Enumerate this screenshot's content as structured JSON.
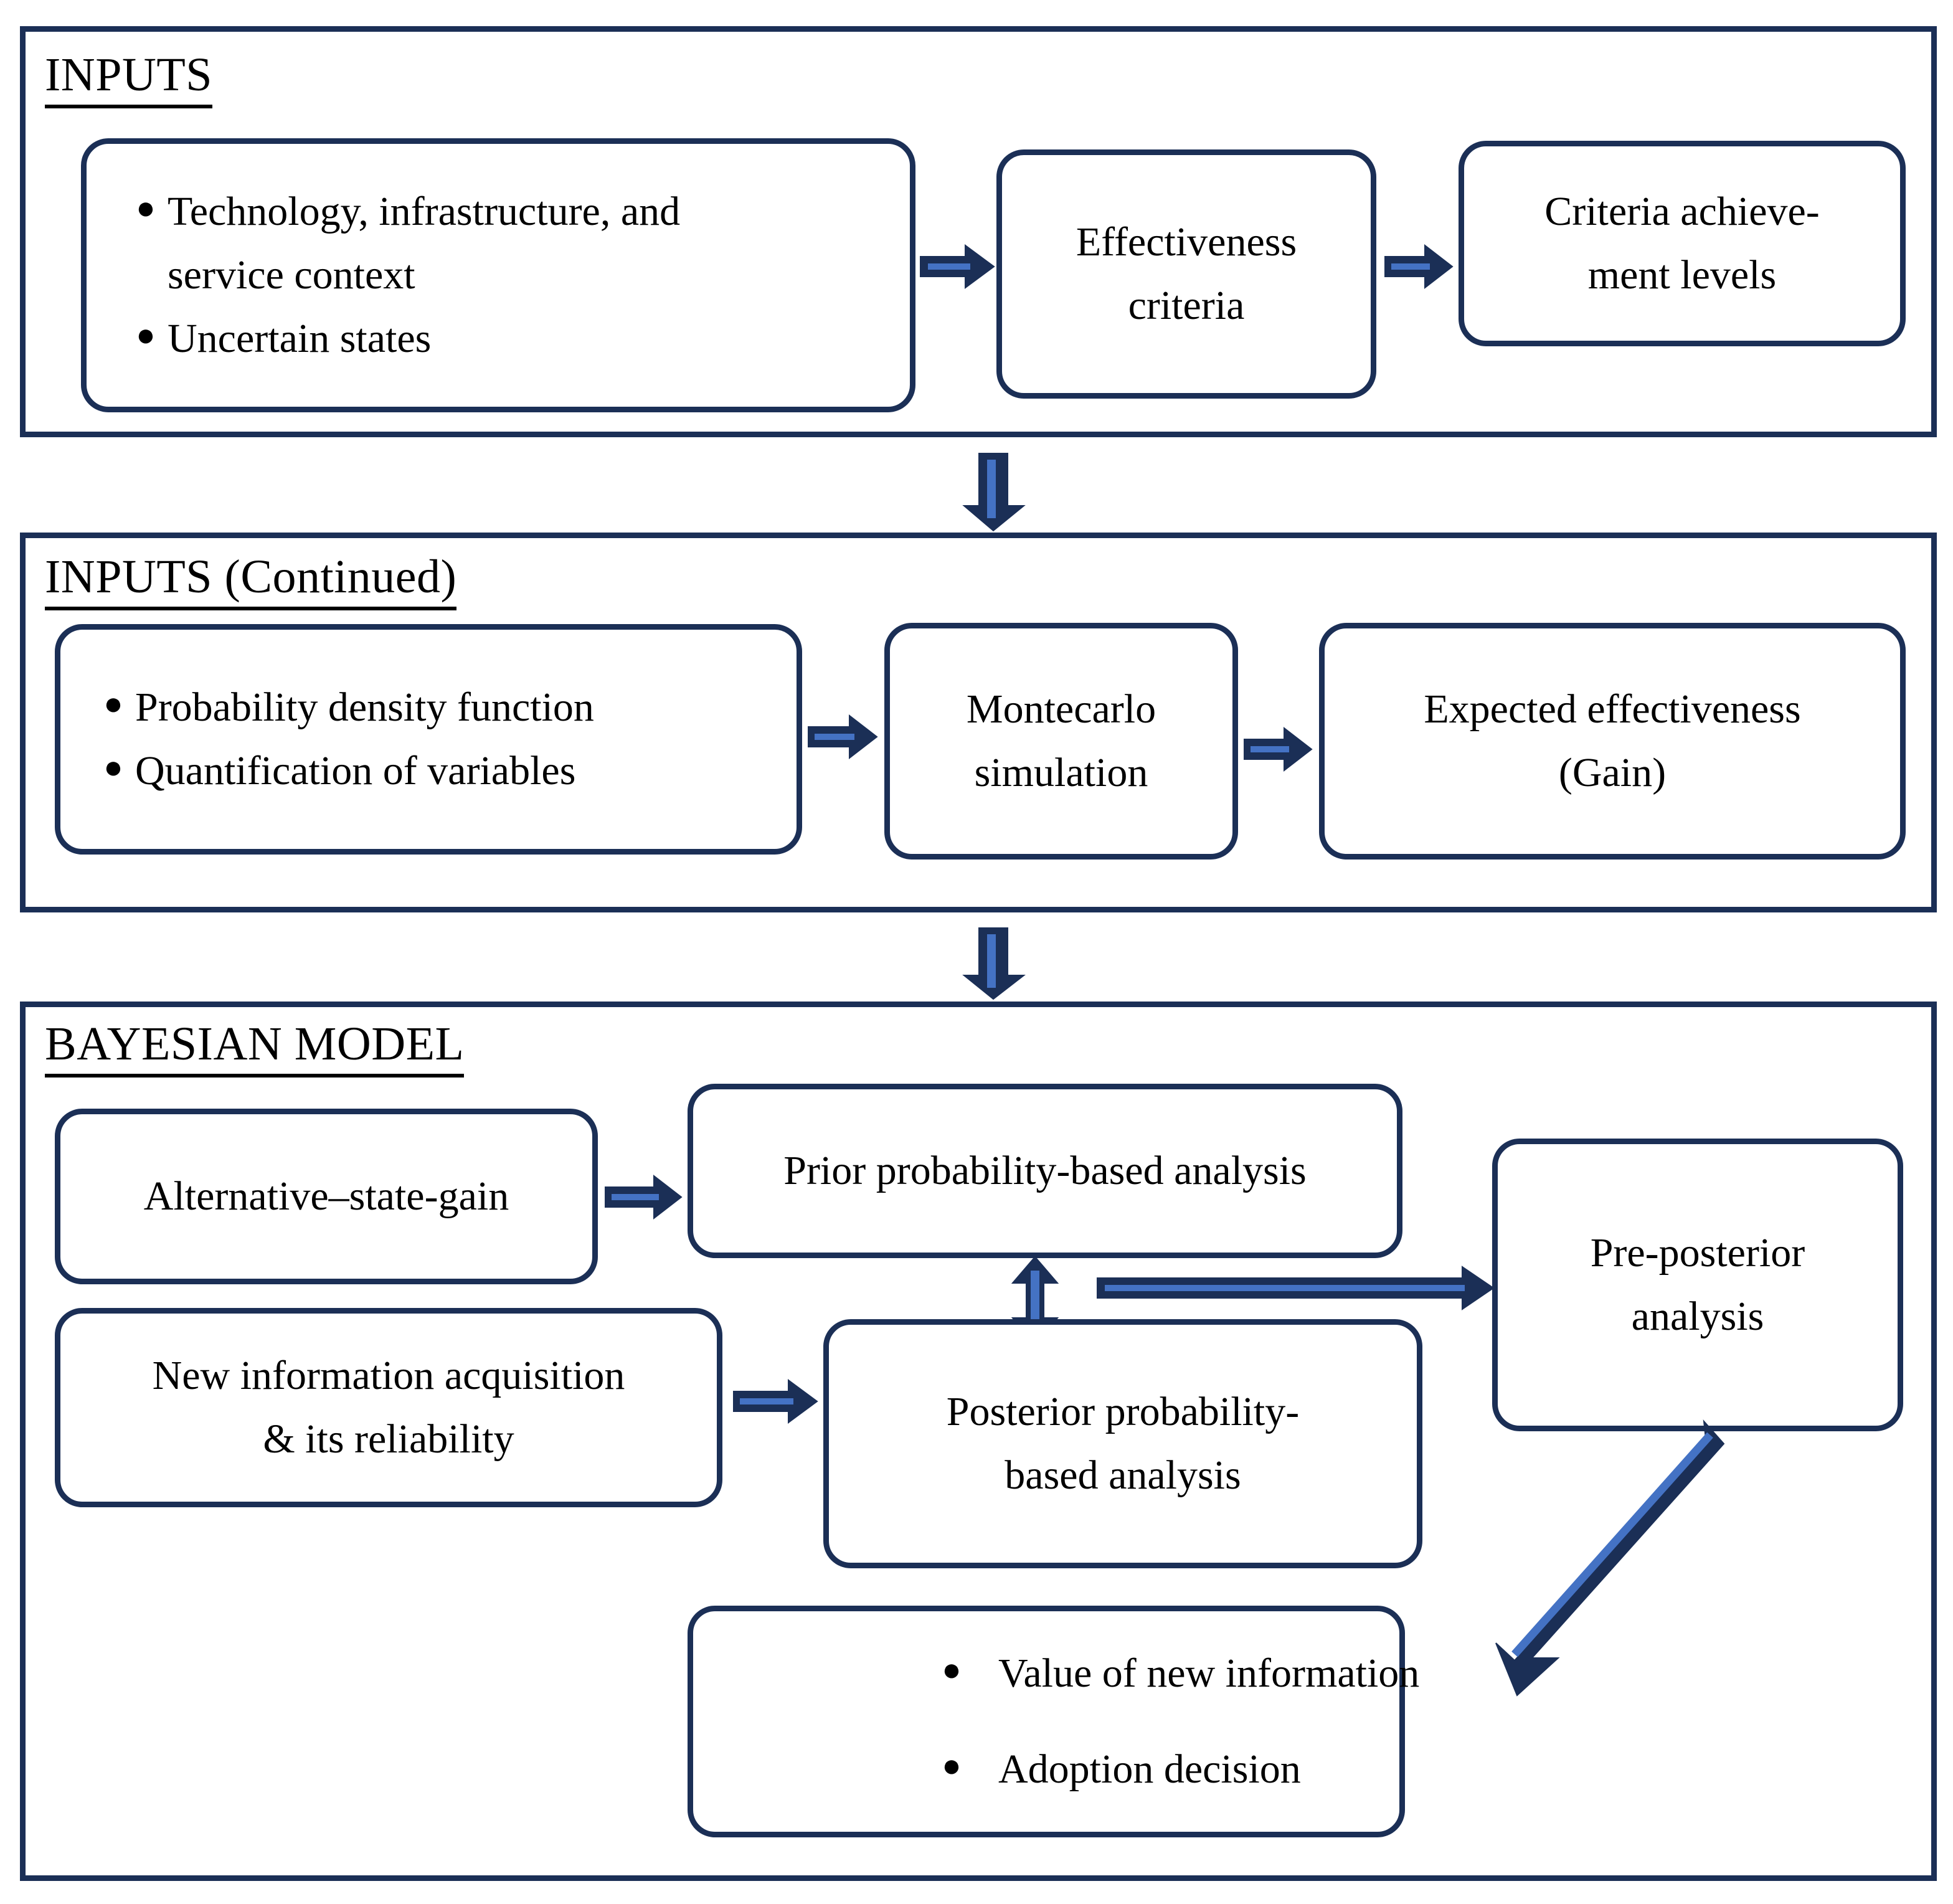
{
  "palette": {
    "outline_navy": "#1B2F56",
    "arrow_core_blue": "#4472C4",
    "text_black": "#000000",
    "page_background": "#FFFFFF"
  },
  "diagram": {
    "title": "Bayesian decision model flowchart",
    "sections": [
      {
        "id": "inputs",
        "heading": "INPUTS",
        "boxes": [
          {
            "id": "inputs-context",
            "kind": "bullets",
            "items": [
              "Technology, infrastructure, and",
              "service context",
              "Uncertain states"
            ],
            "bullet_lines": [
              {
                "bullet": true,
                "text": "Technology, infrastructure, and"
              },
              {
                "bullet": false,
                "text": "service context"
              },
              {
                "bullet": true,
                "text": "Uncertain states"
              }
            ]
          },
          {
            "id": "effectiveness-criteria",
            "kind": "plain",
            "lines": [
              "Effectiveness",
              "criteria"
            ]
          },
          {
            "id": "criteria-achievement-levels",
            "kind": "plain",
            "lines": [
              "Criteria achieve-",
              "ment levels"
            ]
          }
        ],
        "connectors": [
          {
            "id": "inputs-context-to-criteria",
            "direction": "right"
          },
          {
            "id": "criteria-to-achievement-levels",
            "direction": "right"
          }
        ]
      },
      {
        "id": "inputs-continued",
        "heading": "INPUTS (Continued)",
        "boxes": [
          {
            "id": "pdf-quantification",
            "kind": "bullets",
            "bullet_lines": [
              {
                "bullet": true,
                "text": "Probability density function"
              },
              {
                "bullet": true,
                "text": "Quantification of variables"
              }
            ]
          },
          {
            "id": "montecarlo-simulation",
            "kind": "plain",
            "lines": [
              "Montecarlo",
              "simulation"
            ]
          },
          {
            "id": "expected-effectiveness",
            "kind": "plain",
            "lines": [
              "Expected effectiveness",
              "(Gain)"
            ]
          }
        ],
        "connectors": [
          {
            "id": "pdf-to-montecarlo",
            "direction": "right"
          },
          {
            "id": "montecarlo-to-expected-effectiveness",
            "direction": "right"
          }
        ]
      },
      {
        "id": "bayesian-model",
        "heading": "BAYESIAN MODEL",
        "boxes": [
          {
            "id": "alternative-state-gain",
            "kind": "plain",
            "lines": [
              "Alternative–state-gain"
            ]
          },
          {
            "id": "prior-probability-analysis",
            "kind": "plain",
            "lines": [
              "Prior probability-based analysis"
            ]
          },
          {
            "id": "pre-posterior-analysis",
            "kind": "plain",
            "lines": [
              "Pre-posterior",
              "analysis"
            ]
          },
          {
            "id": "new-information-acquisition",
            "kind": "plain",
            "lines": [
              "New information acquisition",
              "& its reliability"
            ]
          },
          {
            "id": "posterior-probability-analysis",
            "kind": "plain",
            "lines": [
              "Posterior probability-",
              "based analysis"
            ]
          },
          {
            "id": "outputs",
            "kind": "bullets",
            "bullet_lines": [
              {
                "bullet": true,
                "text": "Value of new information"
              },
              {
                "bullet": true,
                "text": "Adoption decision"
              }
            ]
          }
        ],
        "connectors": [
          {
            "id": "alternative-to-prior",
            "direction": "right"
          },
          {
            "id": "new-info-to-posterior",
            "direction": "right"
          },
          {
            "id": "prior-posterior-bidirectional",
            "direction": "up-down"
          },
          {
            "id": "to-pre-posterior",
            "direction": "right"
          },
          {
            "id": "pre-posterior-to-outputs",
            "direction": "diagonal-down-left"
          }
        ]
      }
    ],
    "section_connectors": [
      {
        "id": "inputs-to-inputs-continued",
        "direction": "down"
      },
      {
        "id": "inputs-continued-to-bayesian-model",
        "direction": "down"
      }
    ]
  }
}
